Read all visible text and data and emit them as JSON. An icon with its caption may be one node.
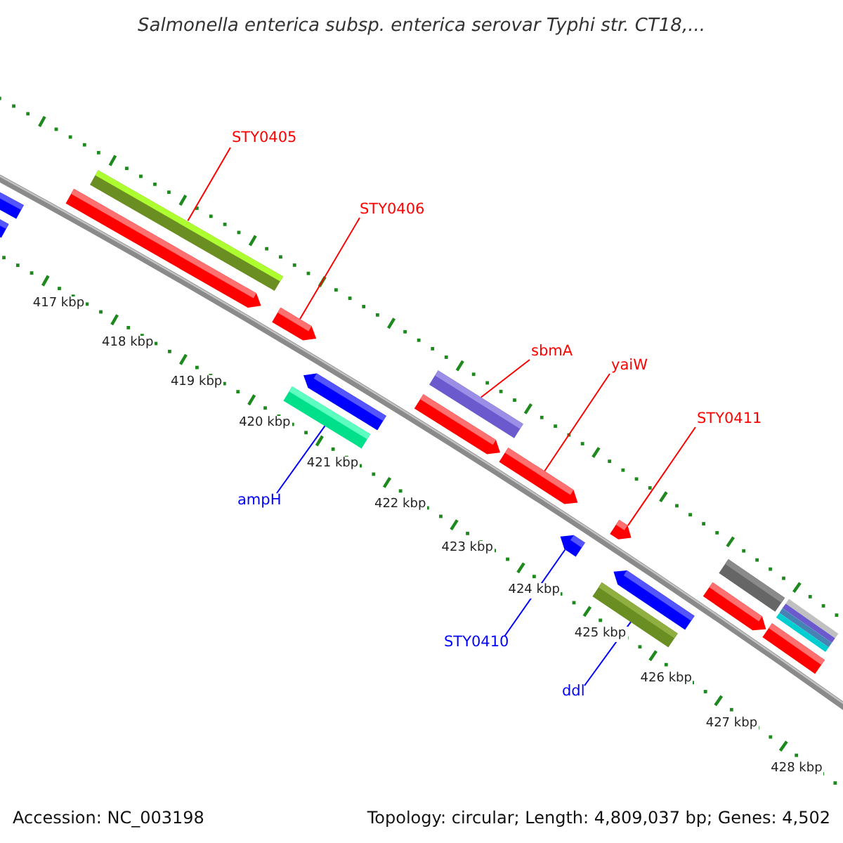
{
  "diagram": {
    "title": "Salmonella enterica subsp. enterica serovar Typhi str. CT18,...",
    "nodes": [
      {
        "text": [
          "STY0405"
        ]
      },
      {
        "text": [
          "STY0406"
        ]
      },
      {
        "text": [
          "sbmA"
        ]
      },
      {
        "text": [
          "yaiW"
        ]
      },
      {
        "text": [
          "STY0411"
        ]
      },
      {
        "text": [
          "ampH"
        ]
      },
      {
        "text": [
          "STY0410"
        ]
      },
      {
        "text": [
          "ddl"
        ]
      },
      {
        "text": [],
        "shape": "bar"
      },
      {
        "text": [],
        "shape": "bar"
      },
      {
        "text": [],
        "shape": "bar"
      },
      {
        "text": [],
        "shape": "bar"
      },
      {
        "text": [],
        "shape": "bar"
      },
      {
        "text": [],
        "shape": "bar"
      },
      {
        "text": [],
        "shape": "bar"
      },
      {
        "text": [],
        "shape": "bar"
      },
      {
        "text": [],
        "shape": "bar"
      },
      {
        "text": [],
        "shape": "bar"
      },
      {
        "text": [],
        "shape": "bar"
      },
      {
        "text": [],
        "shape": "bar"
      },
      {
        "text": [],
        "shape": "bar"
      },
      {
        "text": [],
        "shape": "bar"
      },
      {
        "text": [],
        "shape": "bar"
      },
      {
        "text": [],
        "shape": "bar"
      },
      {
        "text": [],
        "shape": "bar"
      },
      {
        "text": [],
        "shape": "bar"
      }
    ],
    "edges": [
      {
        "from": 0,
        "to": 11,
        "arrow": "none"
      },
      {
        "from": 1,
        "to": 12,
        "arrow": "none"
      },
      {
        "from": 2,
        "to": 16,
        "arrow": "none"
      },
      {
        "from": 3,
        "to": 17,
        "arrow": "none"
      },
      {
        "from": 4,
        "to": 19,
        "arrow": "none"
      },
      {
        "from": 5,
        "to": 13,
        "arrow": "none",
        "color": "#0000ff"
      },
      {
        "from": 6,
        "to": 18,
        "arrow": "none",
        "color": "#0000ff"
      },
      {
        "from": 7,
        "to": 20,
        "arrow": "none",
        "color": "#0000ff"
      }
    ],
    "labels": [
      "417 kbp",
      "418 kbp",
      "419 kbp",
      "420 kbp",
      "421 kbp",
      "422 kbp",
      "423 kbp",
      "424 kbp",
      "425 kbp",
      "426 kbp",
      "427 kbp",
      "428 kbp",
      "Accession: NC_003198",
      "Topology: circular; Length: 4,809,037 bp; Genes: 4,502"
    ]
  }
}
